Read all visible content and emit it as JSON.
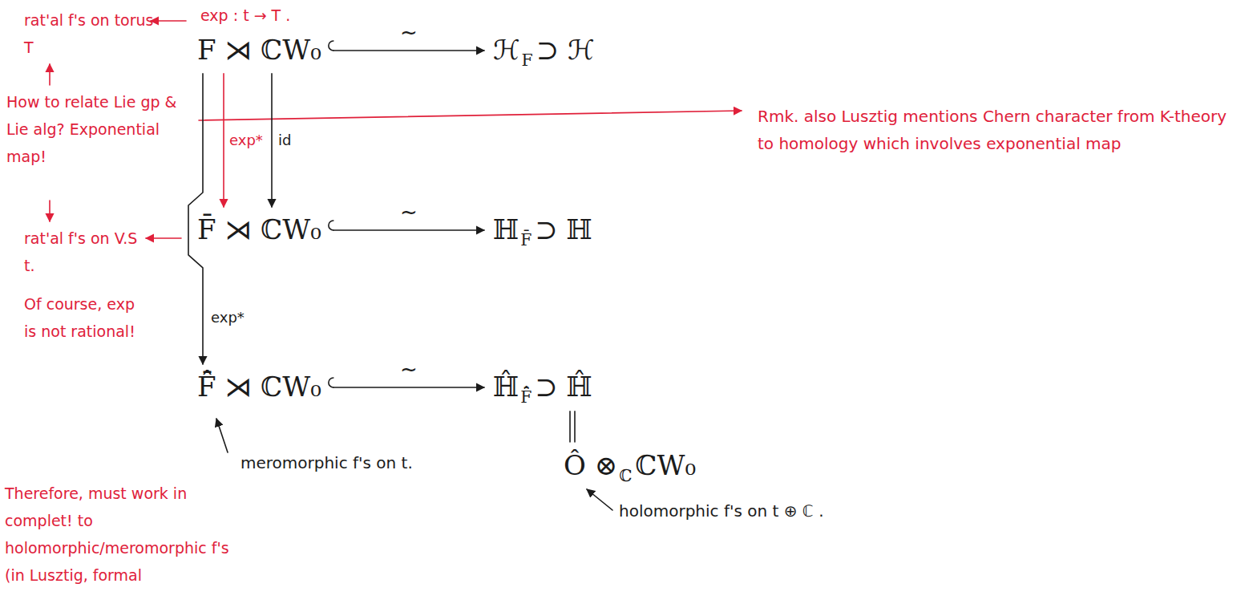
{
  "diagram": {
    "nodes": [
      {
        "text": [
          "F ⋊ ℂW₀"
        ]
      },
      {
        "text": [
          "ℋ",
          "F",
          "⊃ ℋ"
        ]
      },
      {
        "text": [
          "F̄ ⋊ ℂW₀"
        ]
      },
      {
        "text": [
          "ℍ",
          "F̄",
          "⊃ ℍ"
        ]
      },
      {
        "text": [
          "F̄̂ ⋊ ℂW₀"
        ]
      },
      {
        "text": [
          "ℍ̂",
          "F̄̂",
          "⊃ ℍ̂"
        ]
      },
      {
        "text": [
          "Ô ⊗",
          "ℂ",
          "ℂW₀"
        ]
      }
    ],
    "edges": [
      {
        "from": 0,
        "to": 1,
        "arrow": "to",
        "label": "~"
      },
      {
        "from": 0,
        "to": 2,
        "arrow": "to",
        "label": "exp*"
      },
      {
        "from": 0,
        "to": 2,
        "arrow": "to",
        "label": "id"
      },
      {
        "from": 0,
        "to": 4,
        "arrow": "to",
        "label": "exp*"
      },
      {
        "from": 2,
        "to": 3,
        "arrow": "to",
        "label": "~"
      },
      {
        "from": 4,
        "to": 5,
        "arrow": "to",
        "label": "~"
      },
      {
        "from": 5,
        "to": 6,
        "arrow": "none"
      }
    ],
    "labels": [
      "exp : t → T .",
      "rat'al f's on torus T",
      "How to relate Lie gp & Lie alg? Exponential map!",
      "rat'al f's on V.S t.",
      "Of course, exp is not rational!",
      "Therefore, must work in complet! to holomorphic/meromorphic f's (in Lusztig, formal",
      "Rmk. also Lusztig mentions Chern character from K-theory to homology which involves exponential map",
      "meromorphic f's on t.",
      "holomorphic f's on t ⊕ ℂ ."
    ]
  }
}
